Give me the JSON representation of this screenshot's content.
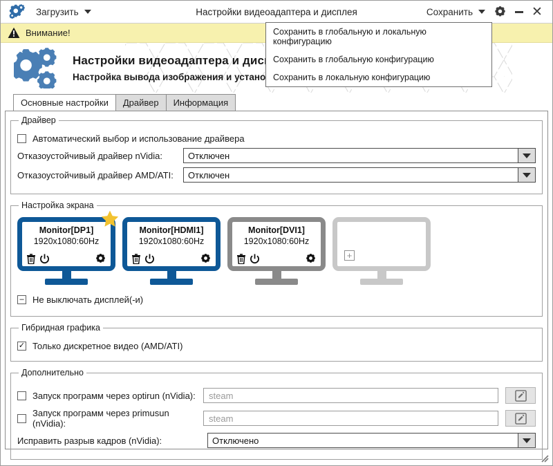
{
  "titlebar": {
    "app_icon": "gears-icon",
    "load_menu_label": "Загрузить",
    "title": "Настройки видеоадаптера и дисплея",
    "save_menu_label": "Сохранить",
    "settings_icon": "gear-icon",
    "minimize_icon": "minimize-icon",
    "close_icon": "close-icon"
  },
  "save_dropdown": {
    "items": [
      {
        "label": "Сохранить в глобальную и локальную конфигурацию"
      },
      {
        "label": "Сохранить в глобальную конфигурацию"
      },
      {
        "label": "Сохранить в локальную конфигурацию"
      }
    ]
  },
  "warning": {
    "icon": "warning-triangle-icon",
    "text": "Внимание!",
    "background": "#f7f1ae"
  },
  "banner": {
    "logo_icon": "gears-logo-icon",
    "title": "Настройки видеоадаптера и дисплея",
    "subtitle": "Настройка вывода изображения и установка драйвера видеокарты"
  },
  "tabs": [
    {
      "label": "Основные настройки",
      "active": true
    },
    {
      "label": "Драйвер",
      "active": false
    },
    {
      "label": "Информация",
      "active": false
    }
  ],
  "driver_group": {
    "legend": "Драйвер",
    "auto_checkbox": {
      "label": "Автоматический выбор и использование драйвера",
      "checked": false
    },
    "nvidia": {
      "label": "Отказоустойчивый драйвер nVidia:",
      "value": "Отключен"
    },
    "amd": {
      "label": "Отказоустойчивый драйвер AMD/ATI:",
      "value": "Отключен"
    }
  },
  "screen_group": {
    "legend": "Настройка экрана",
    "monitors": [
      {
        "name": "Monitor[DP1]",
        "resolution": "1920x1080:60Hz",
        "state": "active",
        "primary": true,
        "color": "#0e5897",
        "icons": [
          "trash-icon",
          "power-icon",
          "gear-icon"
        ]
      },
      {
        "name": "Monitor[HDMI1]",
        "resolution": "1920x1080:60Hz",
        "state": "active",
        "primary": false,
        "color": "#0e5897",
        "icons": [
          "trash-icon",
          "power-icon",
          "gear-icon"
        ]
      },
      {
        "name": "Monitor[DVI1]",
        "resolution": "1920x1080:60Hz",
        "state": "disabled",
        "primary": false,
        "color": "#8a8a8a",
        "icons": [
          "trash-icon",
          "power-icon",
          "gear-icon"
        ]
      },
      {
        "name": "",
        "resolution": "",
        "state": "empty",
        "primary": false,
        "color": "#c8c8c8",
        "icons": [
          "plus-icon"
        ]
      }
    ],
    "no_blank_checkbox": {
      "label": "Не выключать дисплей(-и)",
      "state": "indeterminate",
      "glyph": "–"
    }
  },
  "hybrid_group": {
    "legend": "Гибридная графика",
    "discrete_only": {
      "label": "Только дискретное видео (AMD/ATI)",
      "checked": true,
      "glyph": "✓"
    }
  },
  "additional_group": {
    "legend": "Дополнительно",
    "optirun": {
      "label": "Запуск программ через optirun (nVidia):",
      "checked": false,
      "placeholder": "steam",
      "value": "",
      "edit_icon": "pencil-square-icon"
    },
    "primusun": {
      "label": "Запуск программ через primusun (nVidia):",
      "checked": false,
      "placeholder": "steam",
      "value": "",
      "edit_icon": "pencil-square-icon"
    },
    "tearfree": {
      "label": "Исправить разрыв кадров (nVidia):",
      "value": "Отключено"
    }
  },
  "statusbar": {
    "resize_grip_icon": "resize-grip-icon"
  }
}
